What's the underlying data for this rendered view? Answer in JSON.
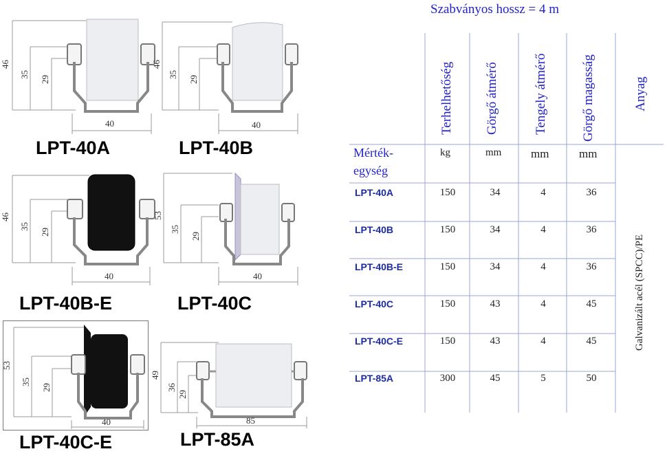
{
  "products": [
    {
      "name": "LPT-40A",
      "dims": {
        "h_total": "46",
        "h_mid": "35",
        "h_low": "29",
        "width": "40"
      }
    },
    {
      "name": "LPT-40B",
      "dims": {
        "h_total": "46",
        "h_mid": "35",
        "h_low": "29",
        "width": "40"
      }
    },
    {
      "name": "LPT-40B-E",
      "dims": {
        "h_total": "46",
        "h_mid": "35",
        "h_low": "29",
        "width": "40"
      }
    },
    {
      "name": "LPT-40C",
      "dims": {
        "h_total": "53",
        "h_mid": "35",
        "h_low": "29",
        "width": "40"
      }
    },
    {
      "name": "LPT-40C-E",
      "dims": {
        "h_total": "53",
        "h_mid": "35",
        "h_low": "29",
        "width": "40"
      }
    },
    {
      "name": "LPT-85A",
      "dims": {
        "h_total": "49",
        "h_mid": "36",
        "h_low": "29",
        "width": "85"
      }
    }
  ],
  "table": {
    "title": "Szabványos hossz = 4 m",
    "headers": [
      "Terhelhetőség",
      "Görgő átmérő",
      "Tengely átmérő",
      "Görgő magasság",
      "Anyag"
    ],
    "unit_label": [
      "Mérték-",
      "egység"
    ],
    "units": [
      "kg",
      "mm",
      "mm",
      "mm"
    ],
    "rows": [
      {
        "name": "LPT-40A",
        "values": [
          "150",
          "34",
          "4",
          "36"
        ]
      },
      {
        "name": "LPT-40B",
        "values": [
          "150",
          "34",
          "4",
          "36"
        ]
      },
      {
        "name": "LPT-40B-E",
        "values": [
          "150",
          "34",
          "4",
          "36"
        ]
      },
      {
        "name": "LPT-40C",
        "values": [
          "150",
          "43",
          "4",
          "45"
        ]
      },
      {
        "name": "LPT-40C-E",
        "values": [
          "150",
          "43",
          "4",
          "45"
        ]
      },
      {
        "name": "LPT-85A",
        "values": [
          "300",
          "45",
          "5",
          "50"
        ]
      }
    ],
    "material": "Galvanizált acél (SPCC)/PE"
  },
  "colors": {
    "accent": "#2222cc",
    "rowlabel": "#1a2aa8",
    "grid": "#9aa6d6"
  }
}
